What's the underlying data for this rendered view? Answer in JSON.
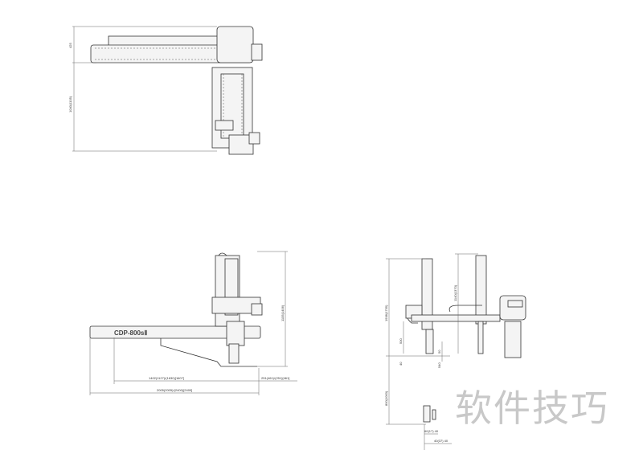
{
  "top_view": {
    "dim_arm": "425",
    "dim_height": "1040(1105)"
  },
  "front_view": {
    "brand": "CDP-800sⅡ",
    "dim_traverse": "1402(1127)/(1630)[1607]",
    "dim_overall": "2005(2005)/(2400)[2400]",
    "dim_offset": "251(461)/(251)[461]",
    "dim_height": "1105(1406)"
  },
  "side_view": {
    "dim_total_height": "1938(1735)",
    "dim_arm_height": "1140(1370)",
    "dim_stroke": "800(1000)",
    "dim_500": "500",
    "dim_40": "40",
    "dim_50": "50",
    "dim_540": "540",
    "dim_gripper1": "60(17) 40",
    "dim_gripper2": "40(37) 40"
  },
  "watermark": "软件技巧"
}
